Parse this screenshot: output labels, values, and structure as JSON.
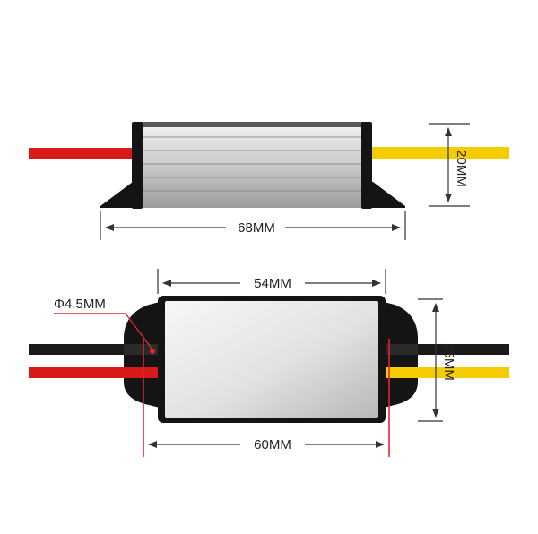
{
  "labels": {
    "side_length": "68MM",
    "side_height": "20MM",
    "top_body_length": "54MM",
    "top_total_length": "60MM",
    "top_height": "25MM",
    "hole_diameter": "Φ4.5MM"
  },
  "colors": {
    "wire_red": "#d81a1a",
    "wire_yellow": "#f5cc00",
    "wire_black": "#1a1a1a",
    "housing_light": "#eeeeee",
    "housing_dark": "#9a9a9a",
    "endcap": "#141414",
    "dim_line": "#333333",
    "dim_red": "#e0262b"
  }
}
